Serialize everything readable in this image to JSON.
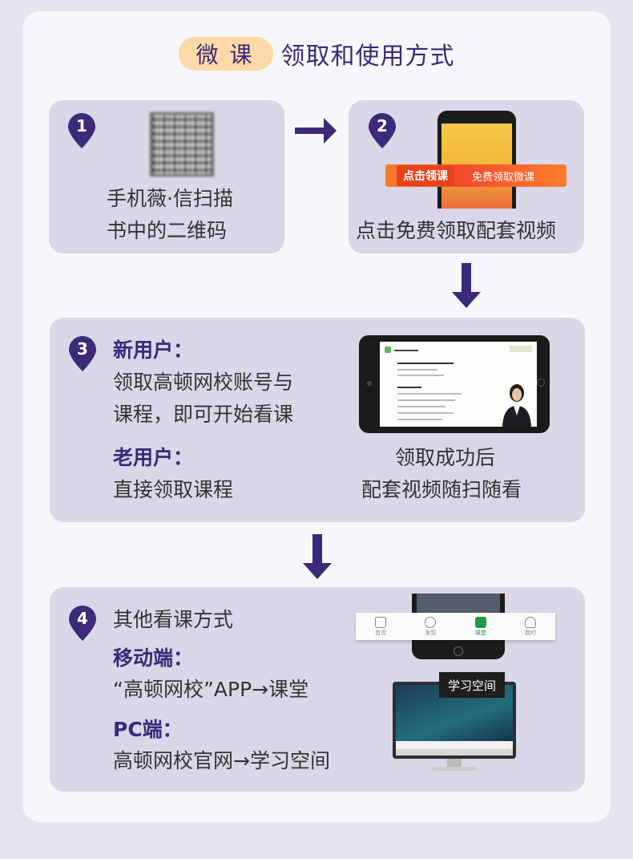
{
  "title": {
    "pill": "微课",
    "text": "领取和使用方式"
  },
  "colors": {
    "accent": "#3a2a78",
    "pill": "#fbd9a8",
    "box": "#d9d7e8",
    "banner": "#ef4a2e",
    "active_tab": "#1f9a4c"
  },
  "steps": [
    {
      "num": "1",
      "lines": [
        "手机薇·信扫描",
        "书中的二维码"
      ]
    },
    {
      "num": "2",
      "caption": "点击免费领取配套视频",
      "banner_left": "点击领课",
      "banner_right": "免费领取微课"
    },
    {
      "num": "3",
      "new_heading": "新用户：",
      "new_lines": [
        "领取高顿网校账号与",
        "课程，即可开始看课"
      ],
      "old_heading": "老用户：",
      "old_line": "直接领取课程",
      "caption_lines": [
        "领取成功后",
        "配套视频随扫随看"
      ]
    },
    {
      "num": "4",
      "heading": "其他看课方式",
      "mobile_heading": "移动端：",
      "mobile_line": "“高顿网校”APP→课堂",
      "pc_heading": "PC端：",
      "pc_line": "高顿网校官网→学习空间",
      "tabbar": [
        "首页",
        "发现",
        "课堂",
        "我的"
      ],
      "monitor_tag": "学习空间"
    }
  ]
}
